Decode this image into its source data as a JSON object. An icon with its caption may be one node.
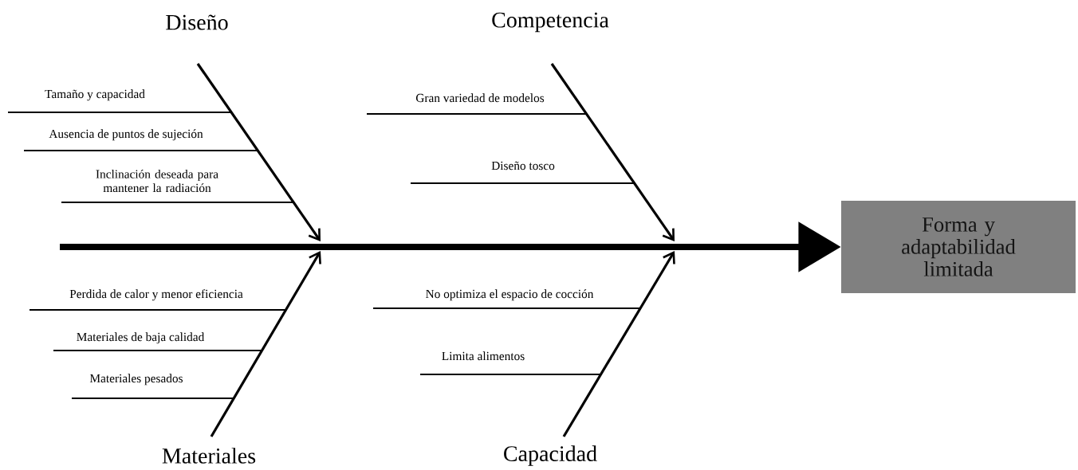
{
  "diagram": {
    "nodes": [
      {
        "text": [
          "Diseño"
        ]
      },
      {
        "text": [
          "Competencia"
        ]
      },
      {
        "text": [
          "Forma y adaptabilidad limitada"
        ]
      },
      {
        "text": [
          "Materiales"
        ]
      },
      {
        "text": [
          "Capacidad"
        ]
      }
    ],
    "edges": [
      {
        "from": null,
        "to": 2,
        "arrow": "to",
        "style": "thick"
      },
      {
        "from": 0,
        "to": null,
        "arrow": "to"
      },
      {
        "from": 1,
        "to": null,
        "arrow": "to"
      },
      {
        "from": 3,
        "to": null,
        "arrow": "to"
      },
      {
        "from": 4,
        "to": null,
        "arrow": "to"
      }
    ],
    "labels": [
      "Tamaño y capacidad",
      "Gran variedad de modelos",
      "Ausencia de puntos de sujeción",
      "Inclinación deseada para mantener la radiación",
      "Diseño tosco",
      "Perdida de calor y menor eficiencia",
      "No optimiza el espacio de cocción",
      "Materiales de baja calidad",
      "Limita alimentos",
      "Materiales pesados"
    ]
  }
}
